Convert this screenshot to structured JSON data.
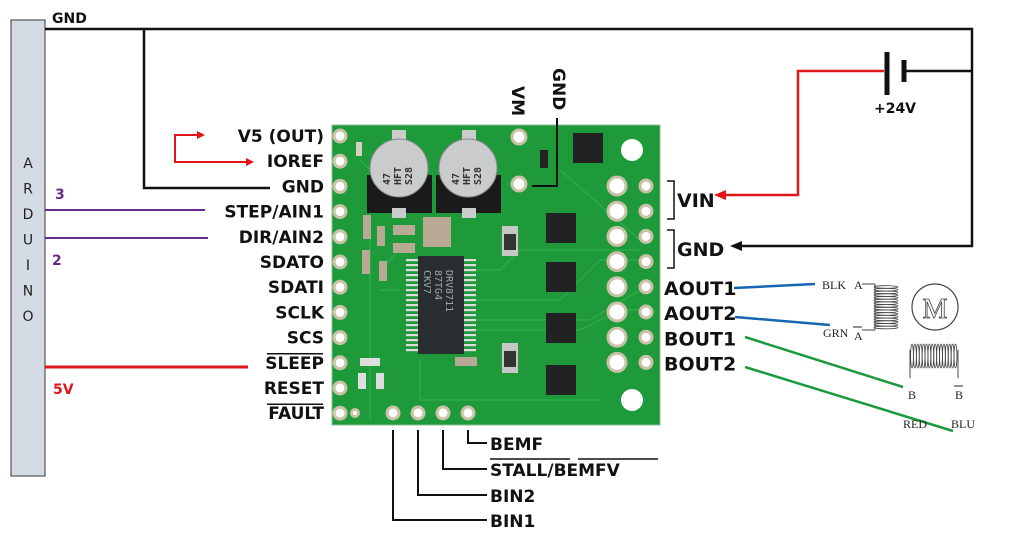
{
  "diagram": {
    "arduino": {
      "letters": [
        "A",
        "R",
        "D",
        "U",
        "I",
        "N",
        "O"
      ],
      "fill": "#d5dbe5",
      "pin_step": "3",
      "pin_dir": "2",
      "supply_label": "5V"
    },
    "top_gnd_label": "GND",
    "left_pins": [
      {
        "label": "V5 (OUT)",
        "overline": false
      },
      {
        "label": "IOREF",
        "overline": false
      },
      {
        "label": "GND",
        "overline": false
      },
      {
        "label": "STEP/AIN1",
        "overline": false
      },
      {
        "label": "DIR/AIN2",
        "overline": false
      },
      {
        "label": "SDATO",
        "overline": false
      },
      {
        "label": "SDATI",
        "overline": false
      },
      {
        "label": "SCLK",
        "overline": false
      },
      {
        "label": "SCS",
        "overline": false
      },
      {
        "label": "SLEEP",
        "overline": true
      },
      {
        "label": "RESET",
        "overline": false
      },
      {
        "label": "FAULT",
        "overline": true
      }
    ],
    "top_pins": {
      "vm": "VM",
      "gnd": "GND"
    },
    "power_pins": {
      "vin": "VIN",
      "gnd": "GND"
    },
    "battery": {
      "label": "+24V"
    },
    "output_pins": [
      "AOUT1",
      "AOUT2",
      "BOUT1",
      "BOUT2"
    ],
    "bottom_pins": [
      {
        "label": "BEMF",
        "overline": false
      },
      {
        "label_a": "STALL",
        "label_b": "/",
        "label_c": "BEMFV",
        "overline": true
      },
      {
        "label": "BIN2",
        "overline": false
      },
      {
        "label": "BIN1",
        "overline": false
      }
    ],
    "board": {
      "chip_text": [
        "DRV8711",
        "87TG4",
        "CKV7"
      ],
      "cap_text": [
        "47",
        "HFT",
        "S28"
      ],
      "pcb_color": "#1f9a3a"
    },
    "motor": {
      "symbol": "M",
      "wire_labels": {
        "a1": "BLK",
        "a2": "GRN",
        "b1": "RED",
        "b2": "BLU"
      },
      "coil_labels": {
        "a": "A",
        "a_bar": "A",
        "b": "B",
        "b_bar": "B"
      }
    },
    "colors": {
      "gnd_wire": "#111111",
      "power_wire": "#e0161b",
      "signal_wire": "#6a2a8c",
      "a_coil_wire": "#1565b0",
      "b_coil_wire": "#1a9a3c"
    }
  }
}
